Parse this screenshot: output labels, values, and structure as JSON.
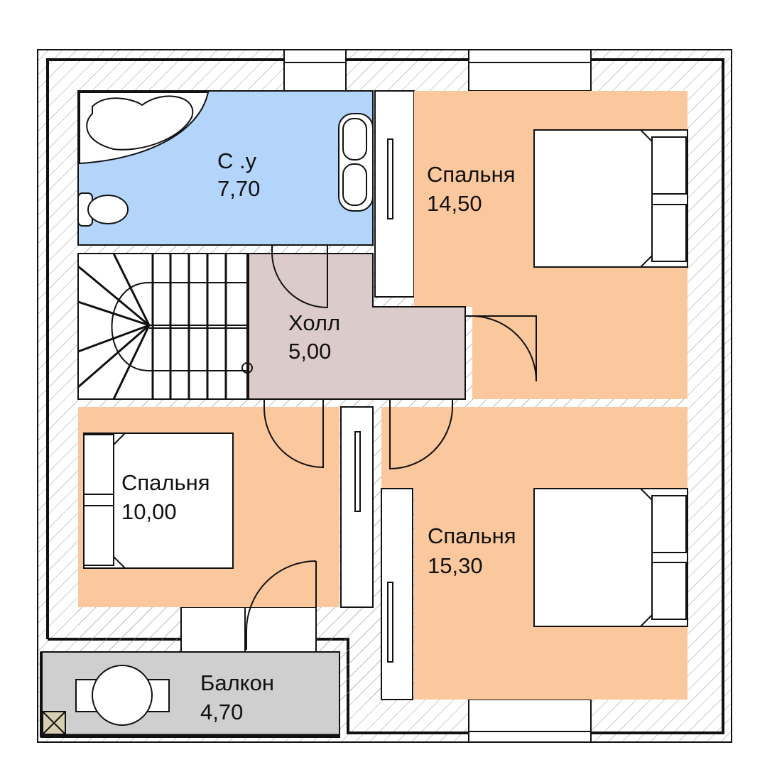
{
  "plan": {
    "rooms": [
      {
        "id": "bathroom",
        "name": "С .у",
        "area": "7,70"
      },
      {
        "id": "hall",
        "name": "Холл",
        "area": "5,00"
      },
      {
        "id": "bedroom-1",
        "name": "Спальня",
        "area": "14,50"
      },
      {
        "id": "bedroom-2",
        "name": "Спальня",
        "area": "10,00"
      },
      {
        "id": "bedroom-3",
        "name": "Спальня",
        "area": "15,30"
      },
      {
        "id": "balcony",
        "name": "Балкон",
        "area": "4,70"
      }
    ],
    "colors": {
      "bathroom": "#b4d5fb",
      "hall": "#dccbcb",
      "bedroom": "#fbc79c",
      "balcony": "#cfcfcf",
      "wall_hatch": "#8a8a8a"
    }
  }
}
